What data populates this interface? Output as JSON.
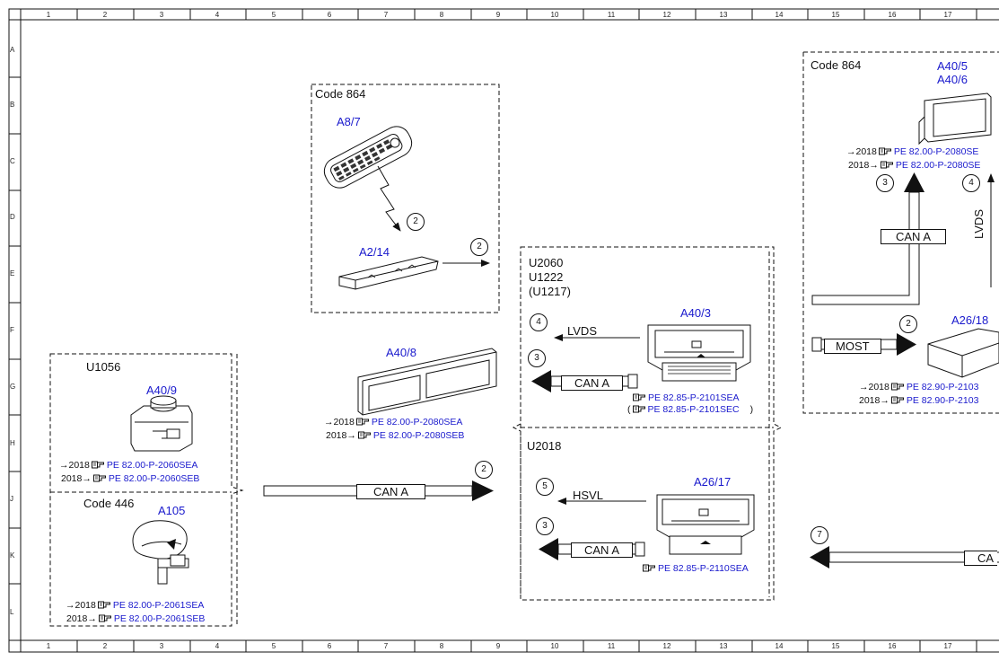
{
  "columns": [
    "1",
    "2",
    "3",
    "4",
    "5",
    "6",
    "7",
    "8",
    "9",
    "10",
    "11",
    "12",
    "13",
    "14",
    "15",
    "16",
    "17"
  ],
  "rows": [
    "A",
    "B",
    "C",
    "D",
    "E",
    "F",
    "G",
    "H",
    "J",
    "K",
    "L"
  ],
  "groups": {
    "code864_left": "Code 864",
    "code864_right": "Code 864",
    "u1056": "U1056",
    "code446": "Code 446",
    "u2060": [
      "U2060",
      "U1222",
      "(U1217)"
    ],
    "u2018": "U2018"
  },
  "components": {
    "a8_7": "A8/7",
    "a2_14": "A2/14",
    "a40_8": "A40/8",
    "a40_9": "A40/9",
    "a105": "A105",
    "a40_3": "A40/3",
    "a26_17": "A26/17",
    "a40_5": "A40/5",
    "a40_6": "A40/6",
    "a26_18": "A26/18"
  },
  "signals": {
    "can_a": "CAN A",
    "lvds": "LVDS",
    "hsvl": "HSVL",
    "most": "MOST",
    "can_partial": "CA"
  },
  "callouts": {
    "c2": "2",
    "c3": "3",
    "c4": "4",
    "c5": "5",
    "c7": "7"
  },
  "refs": {
    "a40_8_up": {
      "prefix": "→2018",
      "code": "PE 82.00-P-2080SEA"
    },
    "a40_8_from": {
      "prefix": "2018→",
      "code": "PE 82.00-P-2080SEB"
    },
    "a40_9_up": {
      "prefix": "→2018",
      "code": "PE 82.00-P-2060SEA"
    },
    "a40_9_from": {
      "prefix": "2018→",
      "code": "PE 82.00-P-2060SEB"
    },
    "a105_up": {
      "prefix": "→2018",
      "code": "PE 82.00-P-2061SEA"
    },
    "a105_from": {
      "prefix": "2018→",
      "code": "PE 82.00-P-2061SEB"
    },
    "a40_3_a": {
      "prefix": "",
      "code": "PE 82.85-P-2101SEA"
    },
    "a40_3_b": {
      "prefix": "(",
      "code": "PE 82.85-P-2101SEC",
      "suffix": ")"
    },
    "a26_17": {
      "prefix": "",
      "code": "PE 82.85-P-2110SEA"
    },
    "a40_5_up": {
      "prefix": "→2018",
      "code": "PE 82.00-P-2080SE"
    },
    "a40_5_from": {
      "prefix": "2018→",
      "code": "PE 82.00-P-2080SE"
    },
    "a26_18_up": {
      "prefix": "→2018",
      "code": "PE 82.90-P-2103"
    },
    "a26_18_from": {
      "prefix": "2018→",
      "code": "PE 82.90-P-2103"
    }
  }
}
